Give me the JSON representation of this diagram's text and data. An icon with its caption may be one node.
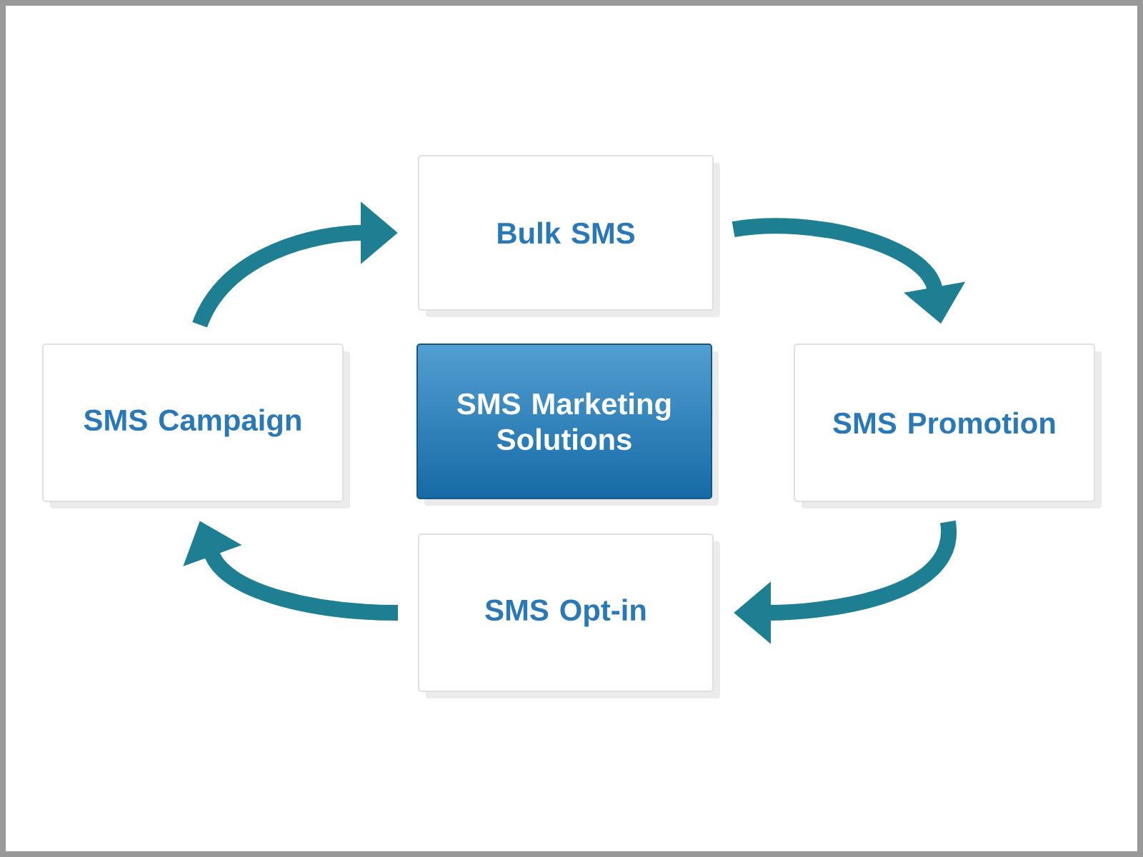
{
  "diagram": {
    "nodes": [
      {
        "text": [
          "Bulk SMS"
        ]
      },
      {
        "text": [
          "SMS Campaign"
        ]
      },
      {
        "text": [
          "SMS Marketing Solutions"
        ]
      },
      {
        "text": [
          "SMS Promotion"
        ]
      },
      {
        "text": [
          "SMS Opt-in"
        ]
      }
    ],
    "edges": [
      {
        "from": 1,
        "to": 0,
        "arrow": "to"
      },
      {
        "from": 0,
        "to": 3,
        "arrow": "to"
      },
      {
        "from": 3,
        "to": 4,
        "arrow": "to"
      },
      {
        "from": 4,
        "to": 1,
        "arrow": "to"
      }
    ]
  }
}
